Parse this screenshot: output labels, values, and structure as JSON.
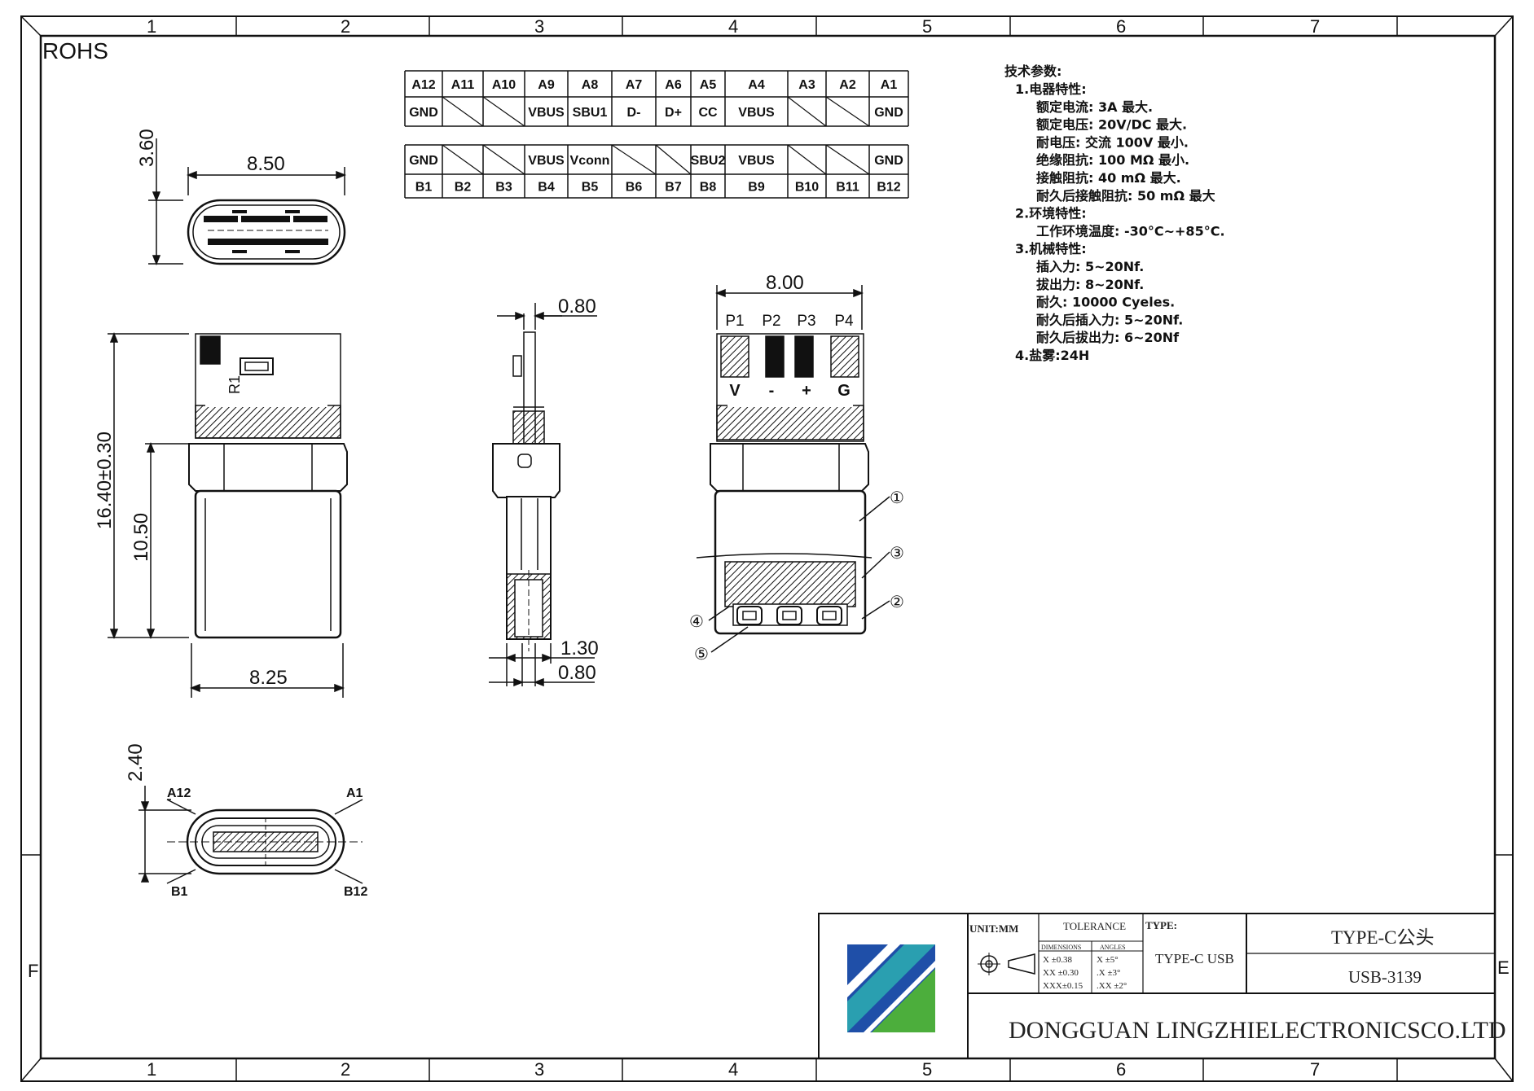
{
  "sheet": {
    "rohs": "ROHS",
    "grid_cols": [
      "1",
      "2",
      "3",
      "4",
      "5",
      "6",
      "7"
    ],
    "grid_rows": [
      "F",
      "E"
    ]
  },
  "pin_table": {
    "top_labels": [
      "A12",
      "A11",
      "A10",
      "A9",
      "A8",
      "A7",
      "A6",
      "A5",
      "A4",
      "A3",
      "A2",
      "A1"
    ],
    "top_signals": [
      "GND",
      "",
      "",
      "VBUS",
      "SBU1",
      "D-",
      "D+",
      "CC",
      "VBUS",
      "",
      "",
      "GND"
    ],
    "bottom_signals": [
      "GND",
      "",
      "",
      "VBUS",
      "Vconn",
      "",
      "",
      "SBU2",
      "VBUS",
      "",
      "",
      "GND"
    ],
    "bottom_labels": [
      "B1",
      "B2",
      "B3",
      "B4",
      "B5",
      "B6",
      "B7",
      "B8",
      "B9",
      "B10",
      "B11",
      "B12"
    ]
  },
  "specs": {
    "title": "技术参数:",
    "lines": [
      "1.电器特性:",
      "额定电流:  3A  最大.",
      "额定电压:   20V/DC  最大.",
      "耐电压:  交流  100V  最小.",
      "绝缘阻抗:  100 MΩ  最小.",
      "接触阻抗:  40 mΩ  最大.",
      "耐久后接触阻抗: 50  mΩ  最大",
      "2.环境特性:",
      "工作环境温度: -30°C~+85°C.",
      "3.机械特性:",
      "插入力:  5~20Nf.",
      "拔出力:  8~20Nf.",
      "耐久:  10000  Cyeles.",
      "耐久后插入力:  5~20Nf.",
      "耐久后拔出力:  6~20Nf",
      "4.盐雾:24H"
    ]
  },
  "dimensions": {
    "top_width": "8.50",
    "top_height": "3.60",
    "front_total_height": "16.40±0.30",
    "front_shell_height": "10.50",
    "front_width": "8.25",
    "side_top": "0.80",
    "side_bottom_1": "1.30",
    "side_bottom_2": "0.80",
    "pcb_width": "8.00",
    "end_height": "2.40"
  },
  "pcb_pads": {
    "labels": [
      "P1",
      "P2",
      "P3",
      "P4"
    ],
    "marks": [
      "V",
      "-",
      "+",
      "G"
    ]
  },
  "component_label": "R1",
  "callouts": [
    "①",
    "③",
    "②",
    "④",
    "⑤"
  ],
  "end_view_labels": {
    "top_left": "A12",
    "top_right": "A1",
    "bottom_left": "B1",
    "bottom_right": "B12"
  },
  "title_block": {
    "unit": "UNIT:MM",
    "tolerance_title": "TOLERANCE",
    "dimensions_header": "DIMENSIONS",
    "angles_header": "ANGLES",
    "dim_rows": [
      "X  ±0.38",
      "XX ±0.30",
      "XXX±0.15"
    ],
    "angle_rows": [
      "X  ±5°",
      ".X  ±3°",
      ".XX ±2°"
    ],
    "type_label": "TYPE:",
    "type_value": "TYPE-C USB",
    "title": "TYPE-C公头",
    "part_number": "USB-3139",
    "company": "DONGGUAN LINGZHIELECTRONICSCO.LTD"
  },
  "colors": {
    "logo_blue": "#1f4fa8",
    "logo_green": "#4cae3c",
    "logo_teal": "#2a9fb0"
  }
}
